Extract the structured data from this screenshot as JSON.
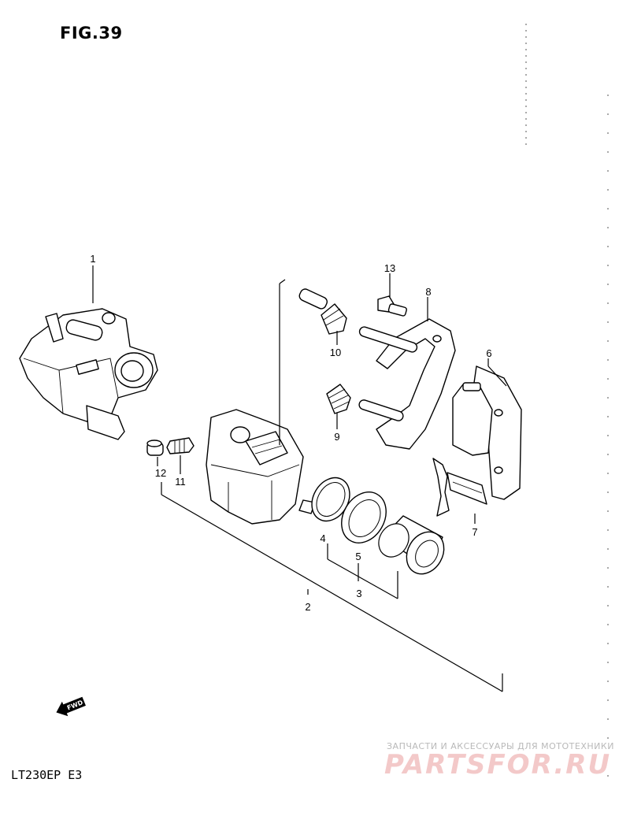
{
  "figure": {
    "title": "FIG.39",
    "model": "LT230EP  E3"
  },
  "watermark": {
    "subtitle": "ЗАПЧАСТИ И АКСЕССУАРЫ ДЛЯ МОТОТЕХНИКИ",
    "brand": "PARTSFOR.RU"
  },
  "direction_label": "FWD",
  "callouts": [
    "1",
    "2",
    "3",
    "4",
    "5",
    "6",
    "7",
    "8",
    "9",
    "10",
    "11",
    "12",
    "13"
  ]
}
